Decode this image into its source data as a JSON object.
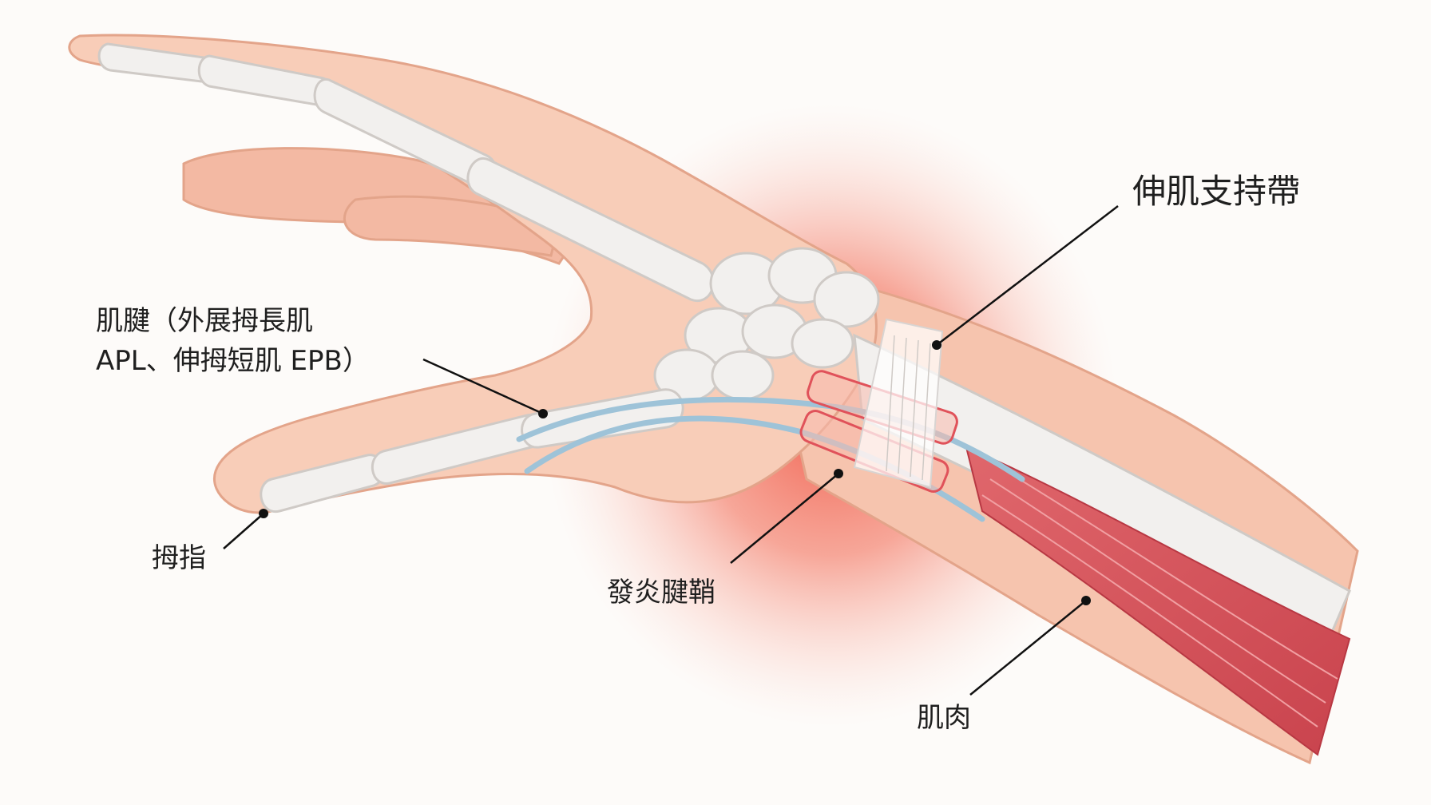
{
  "labels": {
    "retinaculum": "伸肌支持帶",
    "tendon_line1": "肌腱（外展拇長肌",
    "tendon_line2": "APL、伸拇短肌 EPB）",
    "thumb": "拇指",
    "sheath": "發炎腱鞘",
    "muscle": "肌肉"
  },
  "colors": {
    "background": "#fdfbf9",
    "skin": "#f6c4ae",
    "skin_outline": "#e3a48a",
    "bone": "#f2f0ee",
    "bone_outline": "#cfcac6",
    "tendon": "#9ec3d8",
    "inflammation": "#f26d5b",
    "muscle": "#d9545b",
    "leader_line": "#111111"
  }
}
